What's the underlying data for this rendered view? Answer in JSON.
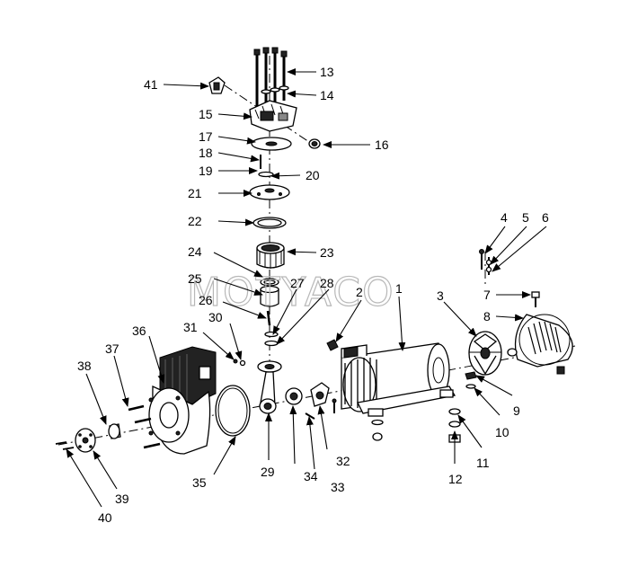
{
  "watermark": "MOTYACO",
  "callouts": {
    "c1": "1",
    "c2": "2",
    "c3": "3",
    "c4": "4",
    "c5": "5",
    "c6": "6",
    "c7": "7",
    "c8": "8",
    "c9": "9",
    "c10": "10",
    "c11": "11",
    "c12": "12",
    "c13": "13",
    "c14": "14",
    "c15": "15",
    "c16": "16",
    "c17": "17",
    "c18": "18",
    "c19": "19",
    "c20": "20",
    "c21": "21",
    "c22": "22",
    "c23": "23",
    "c24": "24",
    "c25": "25",
    "c26": "26",
    "c27": "27",
    "c28": "28",
    "c29": "29",
    "c30": "30",
    "c31": "31",
    "c32": "32",
    "c33": "33",
    "c34": "34",
    "c35": "35",
    "c36": "36",
    "c37": "37",
    "c38": "38",
    "c39": "39",
    "c40": "40",
    "c41": "41"
  }
}
